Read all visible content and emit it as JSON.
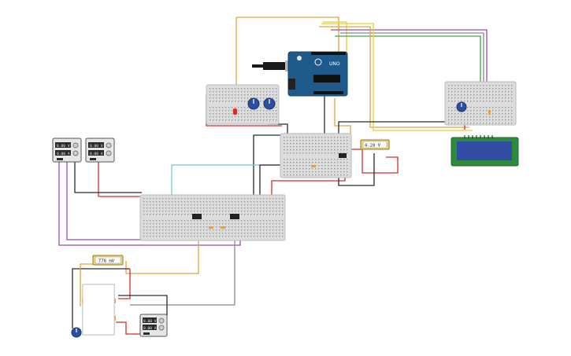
{
  "circuit": {
    "multimeter_top": {
      "reading": "4.28 V"
    },
    "multimeter_bottom": {
      "reading": "778 mV"
    },
    "power_supply_left": {
      "voltage": "8.00 V",
      "current": "0.00 A"
    },
    "power_supply_mid": {
      "voltage": "8.00 V",
      "current": "0.00 A"
    },
    "power_supply_bottom": {
      "voltage": "8.00 V",
      "current": "0.00 A"
    },
    "arduino": {
      "brand_text": "UNO"
    },
    "lcd": {
      "text": ""
    }
  },
  "colors": {
    "board": "#dcdcdc",
    "arduino": "#1f5a8c",
    "lcd_frame": "#2e8b3c",
    "lcd_screen": "#2f4ea3",
    "multimeter": "#f2d27a",
    "wire_orange": "#e8a23a",
    "wire_red": "#d82b2b",
    "wire_black": "#2a2a2a",
    "wire_purple": "#8e4fb3",
    "wire_green": "#3aa844",
    "wire_cyan": "#6cc8d8",
    "wire_gray": "#8a8a8a",
    "wire_yellow": "#e8cc3a"
  }
}
